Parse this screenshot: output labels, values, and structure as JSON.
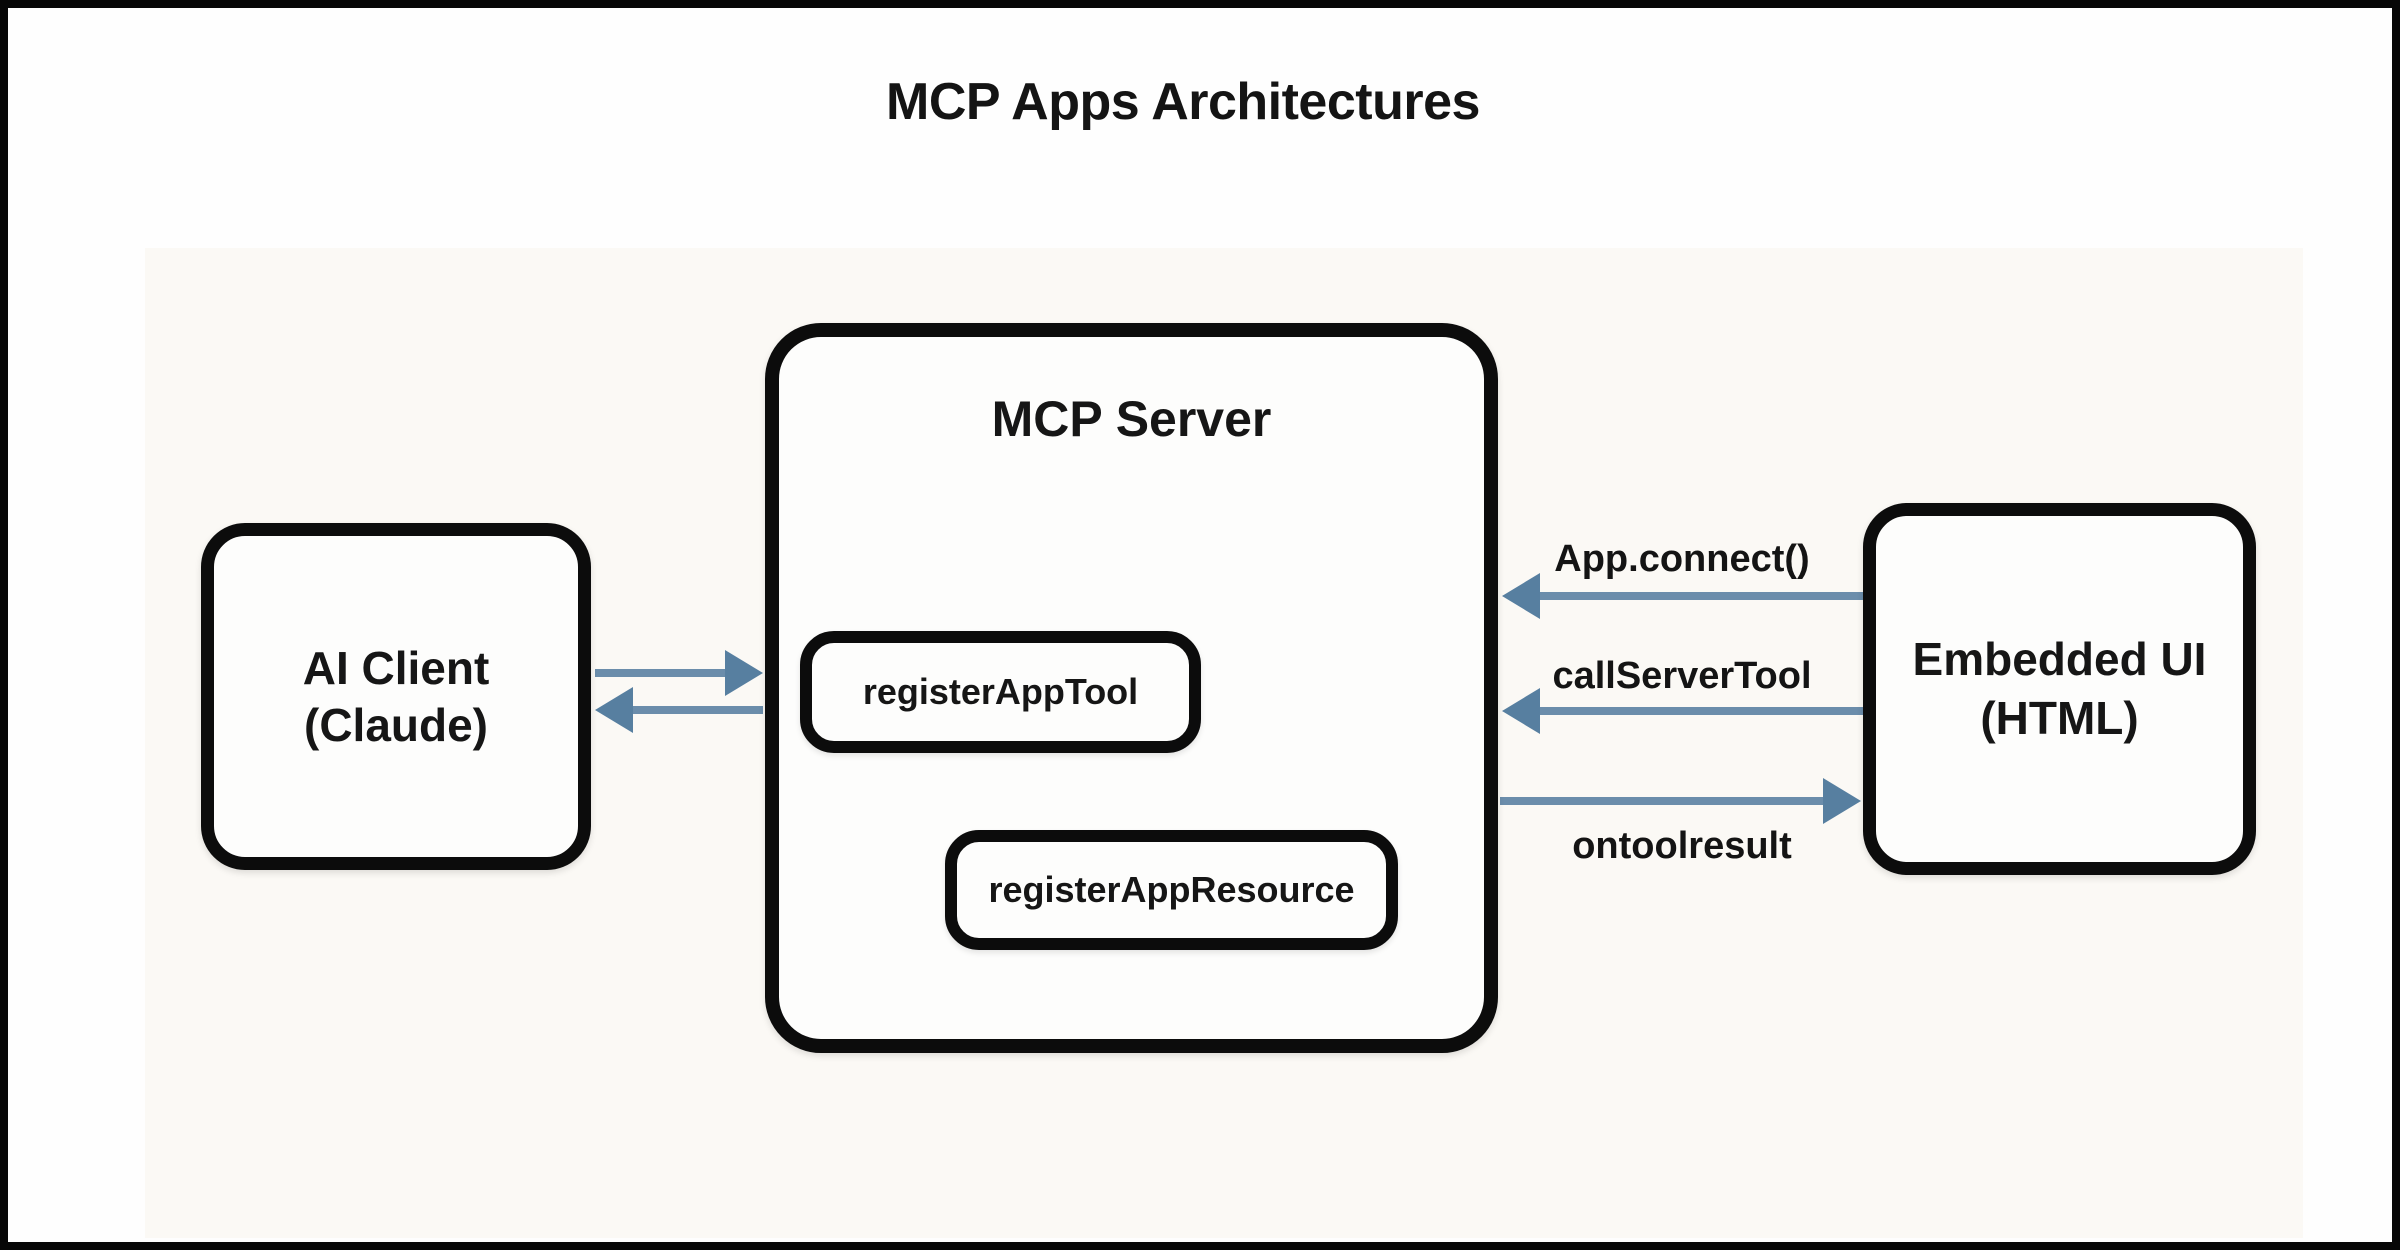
{
  "title": "MCP Apps Architectures",
  "colors": {
    "arrow_shaft": "#6b8dab",
    "arrow_head": "#577fa0",
    "box_border": "#0c0c0c",
    "text": "#141414",
    "background": "#fefefe",
    "paper": "#fbf9f5"
  },
  "nodes": {
    "ai_client": {
      "line1": "AI Client",
      "line2": "(Claude)"
    },
    "mcp_server": {
      "label": "MCP Server",
      "children": {
        "register_app_tool": {
          "label": "registerAppTool"
        },
        "register_app_resource": {
          "label": "registerAppResource"
        }
      }
    },
    "embedded_ui": {
      "line1": "Embedded UI",
      "line2": "(HTML)"
    }
  },
  "edges": {
    "client_to_server": {
      "from": "AI Client (Claude)",
      "to": "MCP Server",
      "label": ""
    },
    "server_to_client": {
      "from": "MCP Server",
      "to": "AI Client (Claude)",
      "label": ""
    },
    "server_to_register_app_tool": {
      "from": "MCP Server",
      "to": "registerAppTool",
      "label": ""
    },
    "server_to_register_app_resource": {
      "from": "MCP Server",
      "to": "registerAppResource",
      "label": ""
    },
    "app_connect": {
      "from": "Embedded UI (HTML)",
      "to": "MCP Server",
      "label": "App.connect()"
    },
    "call_server_tool": {
      "from": "Embedded UI (HTML)",
      "to": "MCP Server",
      "label": "callServerTool"
    },
    "ontoolresult": {
      "from": "MCP Server",
      "to": "Embedded UI (HTML)",
      "label": "ontoolresult"
    }
  }
}
